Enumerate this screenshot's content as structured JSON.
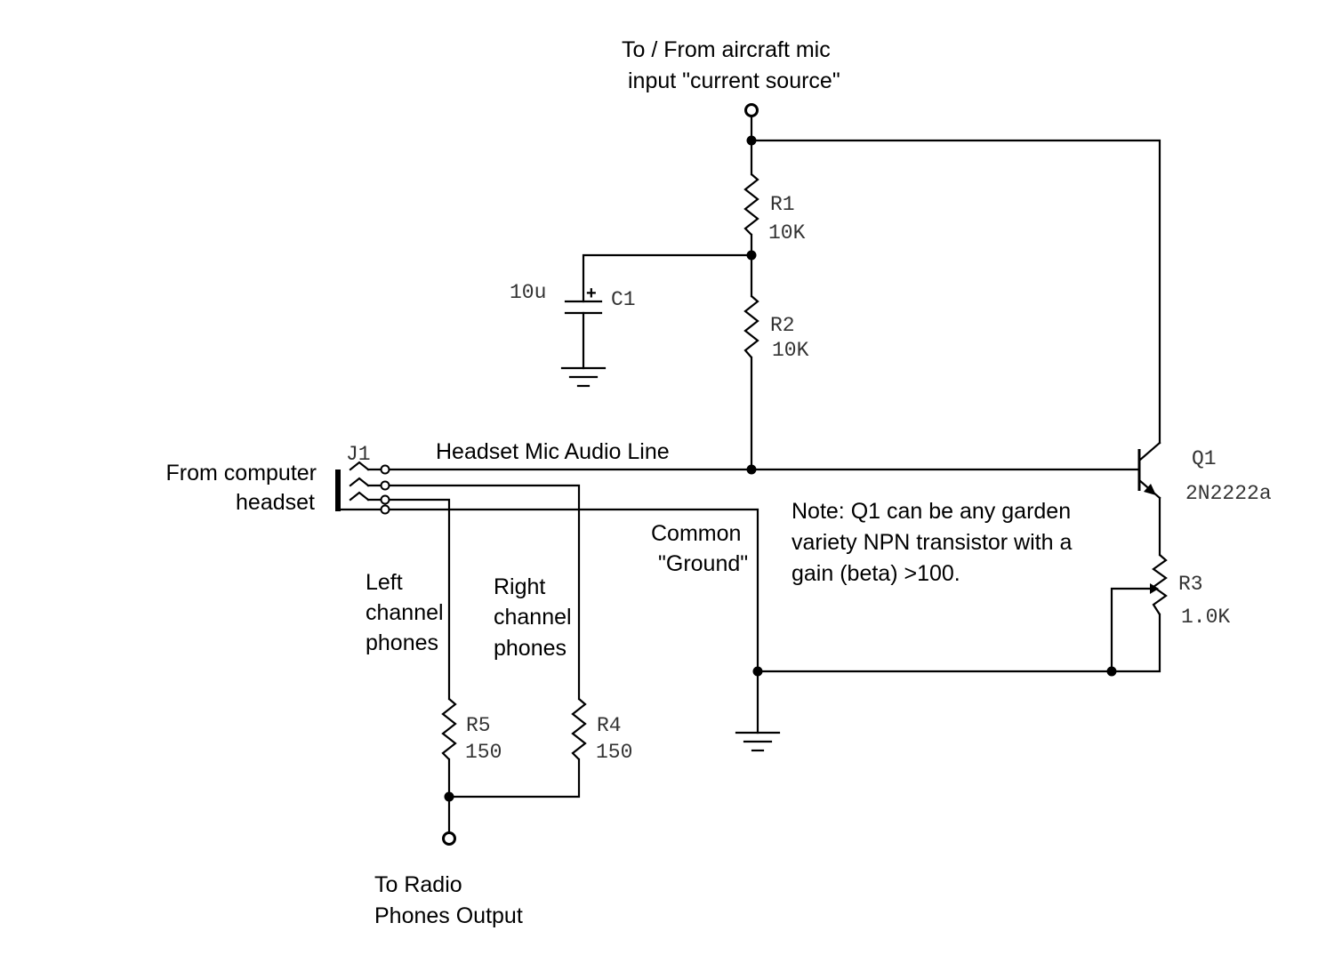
{
  "labels": {
    "top_line1": "To / From  aircraft mic",
    "top_line2": "input \"current source\"",
    "source_line1": "From computer",
    "source_line2": "headset",
    "jack_ref": "J1",
    "mic_line": "Headset Mic Audio Line",
    "common_line1": "Common",
    "common_line2": "\"Ground\"",
    "note_line1": "Note:  Q1 can be any garden",
    "note_line2": "variety NPN transistor with a",
    "note_line3": "gain (beta)  >100.",
    "left_line1": "Left",
    "left_line2": "channel",
    "left_line3": "phones",
    "right_line1": "Right",
    "right_line2": "channel",
    "right_line3": "phones",
    "output_line1": "To Radio",
    "output_line2": "Phones Output",
    "cap_polarity": "+"
  },
  "components": {
    "R1": {
      "ref": "R1",
      "value": "10K"
    },
    "R2": {
      "ref": "R2",
      "value": "10K"
    },
    "R3": {
      "ref": "R3",
      "value": "1.0K"
    },
    "R4": {
      "ref": "R4",
      "value": "150"
    },
    "R5": {
      "ref": "R5",
      "value": "150"
    },
    "C1": {
      "ref": "C1",
      "value": "10u"
    },
    "Q1": {
      "ref": "Q1",
      "value": "2N2222a"
    }
  }
}
